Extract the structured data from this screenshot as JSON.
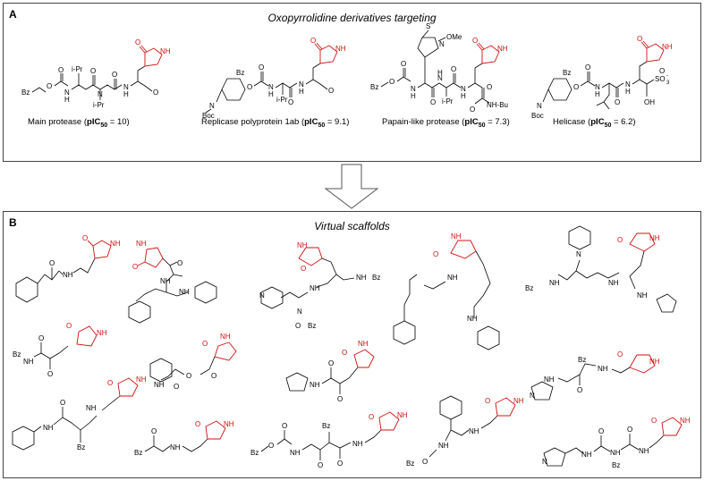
{
  "panelA": {
    "label": "A",
    "title": "Oxopyrrolidine derivatives targeting",
    "captions": [
      {
        "pre": "Main protease (",
        "metric": "pIC",
        "sub": "50",
        "post": " = 10)"
      },
      {
        "pre": "Replicase polyprotein 1ab (",
        "metric": "pIC",
        "sub": "50",
        "post": " = 9.1)"
      },
      {
        "pre": "Papain-like protease (",
        "metric": "pIC",
        "sub": "50",
        "post": " = 7.3)"
      },
      {
        "pre": "Helicase (",
        "metric": "pIC",
        "sub": "50",
        "post": " = 6.2)"
      }
    ],
    "atom_labels": {
      "bz": "Bz",
      "o": "O",
      "nh": "NH",
      "n": "N",
      "h": "H",
      "ipr": "i-Pr",
      "boc": "Boc",
      "s": "S",
      "ome": "OMe",
      "nhbu": "NH-Bu",
      "oh": "OH",
      "so3": "SO",
      "so3_sub": "3",
      "minus": "-"
    }
  },
  "panelB": {
    "label": "B",
    "title": "Virtual scaffolds"
  },
  "colors": {
    "highlight": "#d01010",
    "line": "#000000",
    "border": "#444444"
  }
}
